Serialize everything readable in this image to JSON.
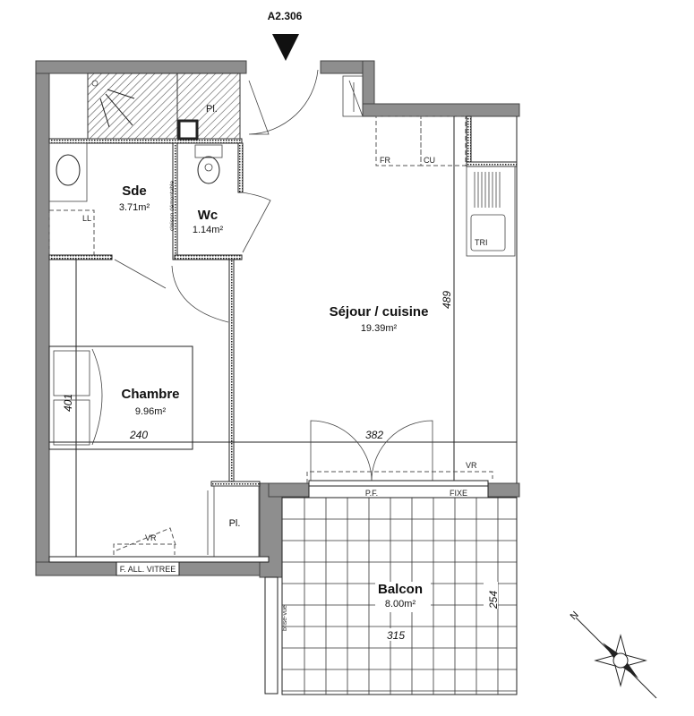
{
  "plan": {
    "unit_id": "A2.306",
    "rooms": {
      "sde": {
        "name": "Sde",
        "area": "3.71m²"
      },
      "wc": {
        "name": "Wc",
        "area": "1.14m²"
      },
      "sejour": {
        "name": "Séjour / cuisine",
        "area": "19.39m²"
      },
      "chambre": {
        "name": "Chambre",
        "area": "9.96m²"
      },
      "balcon": {
        "name": "Balcon",
        "area": "8.00m²"
      }
    },
    "labels": {
      "placard_top": "Pl.",
      "placard_bottom": "Pl.",
      "cloison": "cloison démontable",
      "ll": "LL",
      "fr": "FR",
      "cu": "CU",
      "tri": "TRI",
      "vr_sejour": "VR",
      "vr_chambre": "VR",
      "pf": "P.F.",
      "fixe": "FIXE",
      "f_all_vitree": "F. ALL. VITREE",
      "brise_vue": "brise-vue",
      "north": "N"
    },
    "dimensions": {
      "sejour_depth": "489",
      "chambre_depth": "401",
      "chambre_width": "240",
      "sejour_width": "382",
      "balcon_depth": "254",
      "balcon_width": "315"
    }
  }
}
